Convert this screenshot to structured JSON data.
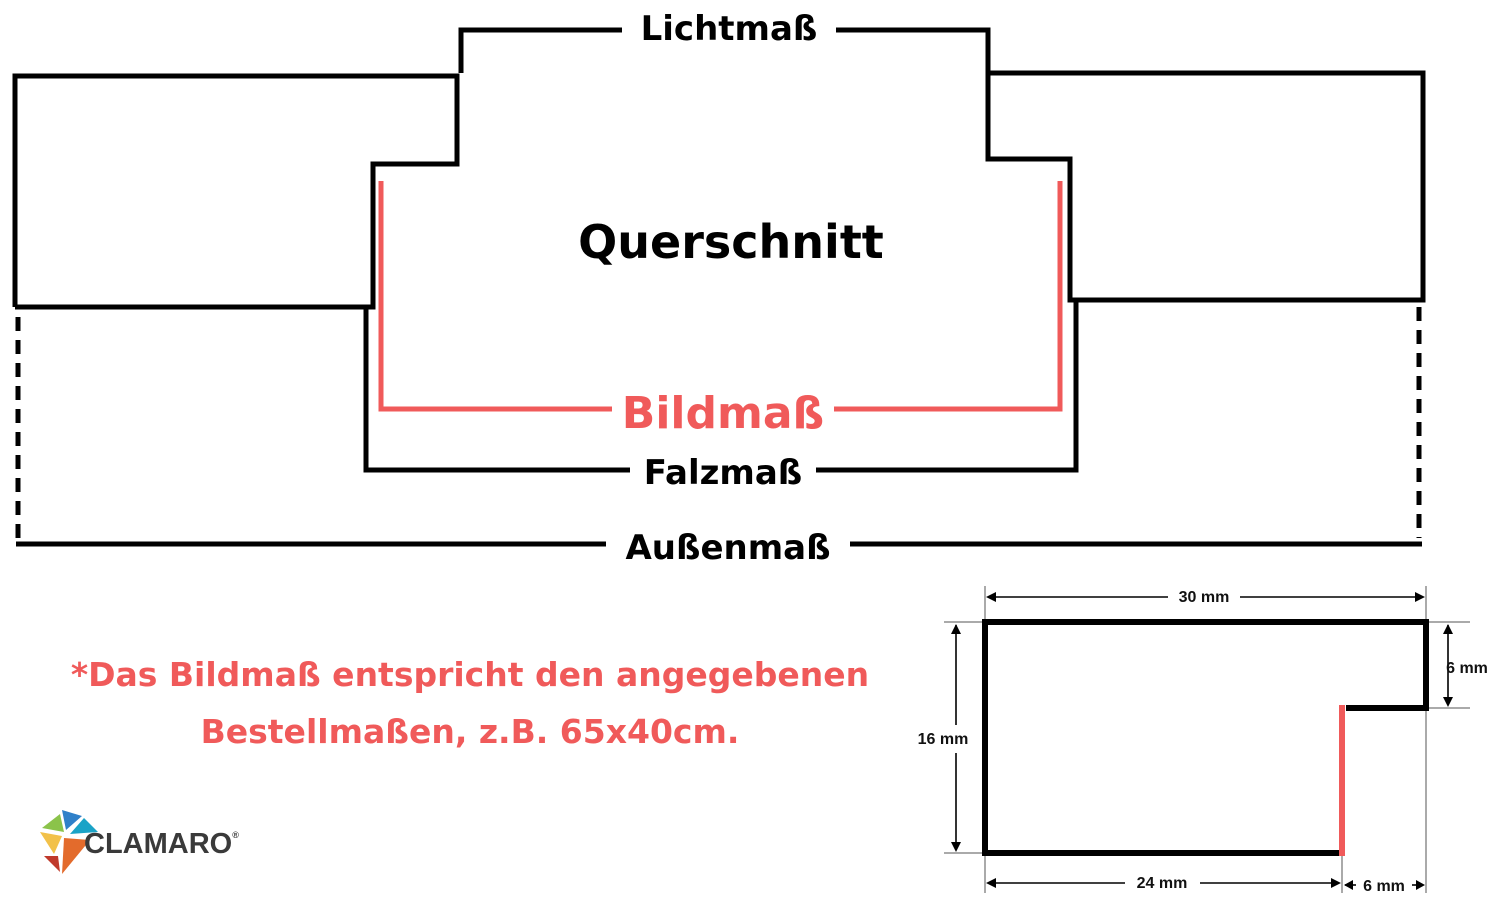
{
  "cross_section": {
    "title": "Querschnitt",
    "lichtmass_label": "Lichtmaß",
    "bildmass_label": "Bildmaß",
    "falzmass_label": "Falzmaß",
    "aussenmass_label": "Außenmaß"
  },
  "profile_detail": {
    "width_top": "30 mm",
    "height_left": "16 mm",
    "rebate_height": "6 mm",
    "width_bottom": "24 mm",
    "rebate_width": "6 mm"
  },
  "note": {
    "line1": "*Das Bildmaß entspricht den angegebenen",
    "line2": "Bestellmaßen, z.B. 65x40cm."
  },
  "logo": {
    "text": "CLAMARO",
    "registered": "®"
  },
  "colors": {
    "outline": "#000000",
    "accent": "#f05a5a",
    "logo_text": "#3a3a3a"
  }
}
